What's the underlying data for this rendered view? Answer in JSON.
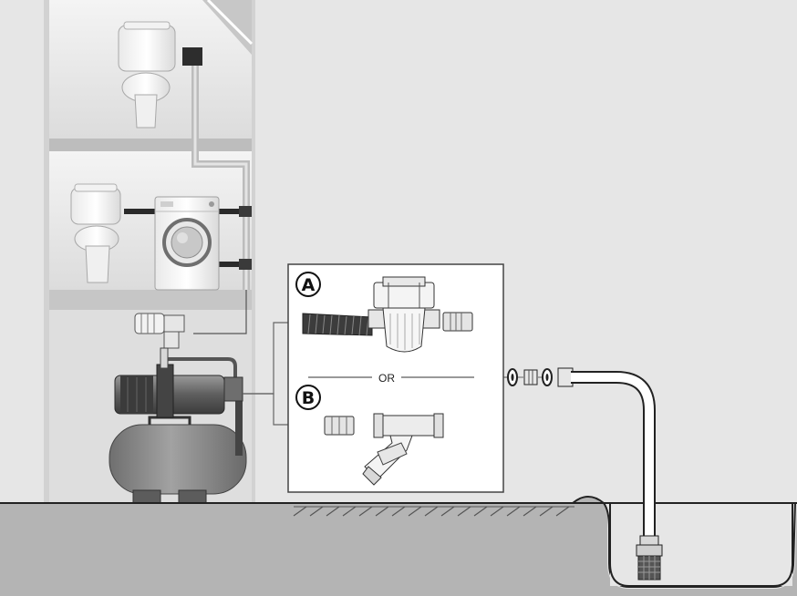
{
  "labels": {
    "option_a": "A",
    "option_b": "B",
    "or": "OR"
  },
  "icons": [
    "toilet-icon",
    "washing-machine-icon",
    "check-valve-icon",
    "pump-icon",
    "pressure-tank-icon",
    "flexible-hose-icon",
    "filter-icon",
    "y-filter-icon",
    "nipple-icon",
    "gasket-icon",
    "suction-hose-icon",
    "foot-valve-strainer-icon"
  ],
  "colors": {
    "background": "#e6e6e6",
    "house_wall": "#d3d3d3",
    "ground": "#b4b4b4",
    "pipe": "#2a2a2a",
    "tank": "#8f8f8f"
  }
}
